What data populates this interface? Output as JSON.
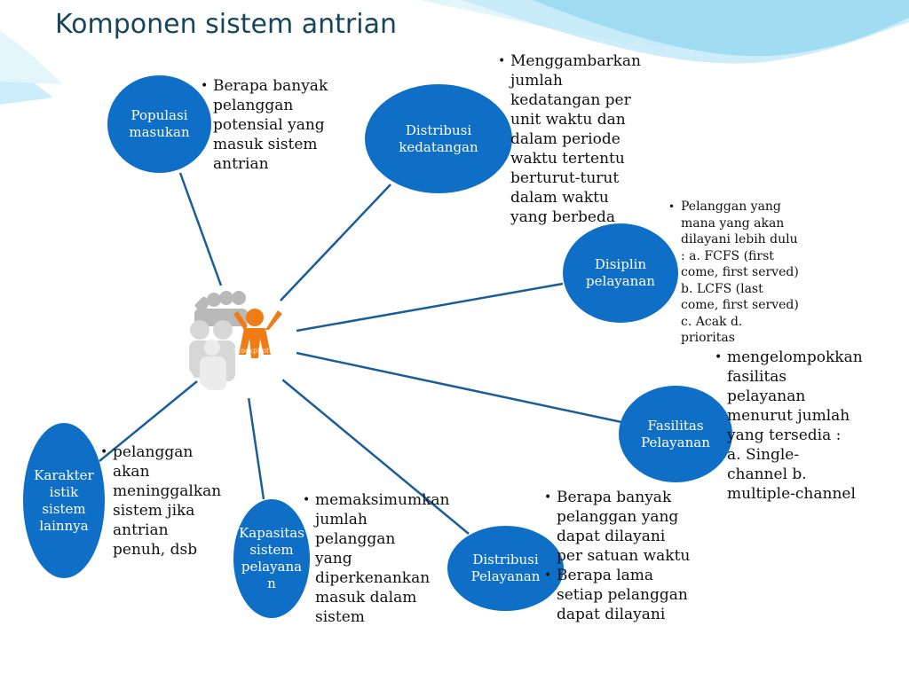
{
  "title": "Komponen sistem antrian",
  "colors": {
    "node_fill": "#0f6fc6",
    "connector": "#1b5e97",
    "title_text": "#17465c",
    "wave_light": "#cfeefa",
    "wave_mid": "#7fd0ee",
    "figure_accent": "#f07c16"
  },
  "hub_image": {
    "icon": "business-people-leader-icon",
    "watermark": "Stockphoto"
  },
  "nodes": [
    {
      "id": "populasi-masukan",
      "label": "Populasi\nmasukan",
      "bullets": [
        "Berapa banyak pelanggan potensial yang masuk sistem antrian"
      ]
    },
    {
      "id": "distribusi-kedatangan",
      "label": "Distribusi\nkedatangan",
      "bullets": [
        "Menggambarkan jumlah kedatangan per unit waktu dan dalam periode waktu tertentu berturut-turut dalam waktu yang berbeda"
      ]
    },
    {
      "id": "disiplin-pelayanan",
      "label": "Disiplin\npelayanan",
      "bullets": [
        "Pelanggan yang mana yang akan dilayani lebih dulu : a. FCFS (first come, first served) b. LCFS (last come, first served) c. Acak d. prioritas"
      ]
    },
    {
      "id": "fasilitas-pelayanan",
      "label": "Fasilitas\nPelayanan",
      "bullets": [
        "mengelompokkan fasilitas pelayanan menurut jumlah yang tersedia : a. Single-channel b. multiple-channel"
      ]
    },
    {
      "id": "distribusi-pelayanan",
      "label": "Distribusi\nPelayanan",
      "bullets": [
        "Berapa banyak pelanggan yang dapat dilayani per satuan waktu",
        "Berapa lama setiap pelanggan dapat dilayani"
      ]
    },
    {
      "id": "kapasitas-sistem-pelayanan",
      "label": "Kapasitas\nsistem\npelayana\nn",
      "bullets": [
        "memaksimumkan jumlah pelanggan yang diperkenankan masuk dalam sistem"
      ]
    },
    {
      "id": "karakteristik-sistem-lainnya",
      "label": "Karakter\nistik\nsistem\nlainnya",
      "bullets": [
        "pelanggan akan meninggalkan sistem jika antrian penuh, dsb"
      ]
    }
  ]
}
